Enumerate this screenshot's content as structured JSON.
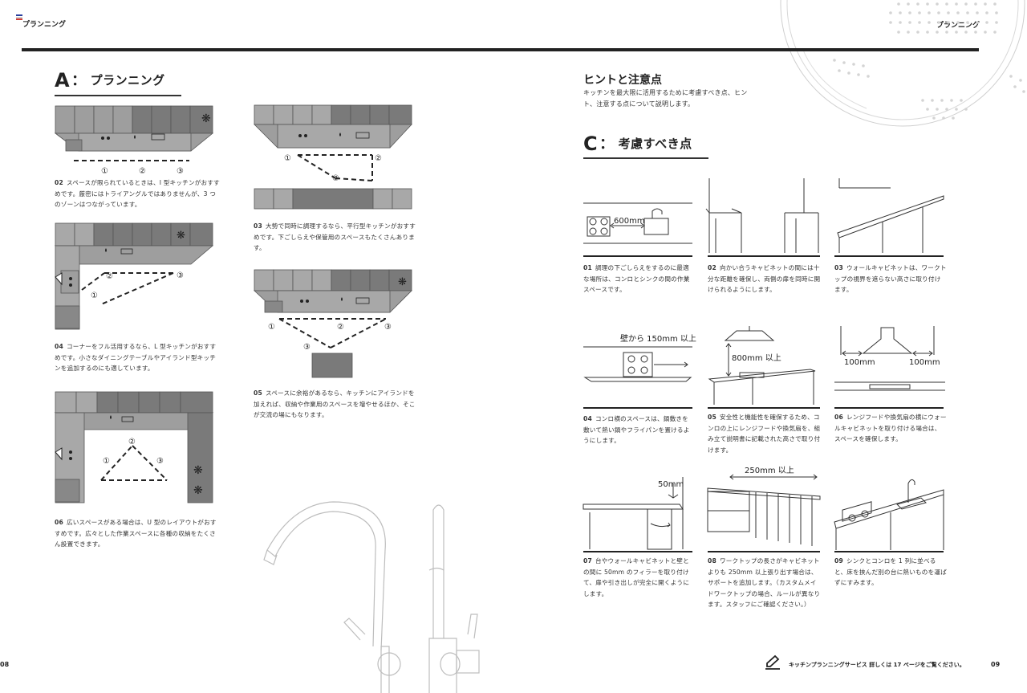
{
  "header": {
    "left_title": "プランニング",
    "right_title": "プランニング"
  },
  "left": {
    "section_letter": "A",
    "section_colon": "：",
    "section_title": "プランニング",
    "layouts": [
      {
        "num": "02",
        "text": "スペースが限られているときは、I 型キッチンがおすすめです。厳密にはトライアングルではありませんが、3 つのゾーンはつながっています。"
      },
      {
        "num": "03",
        "text": "大勢で同時に調理するなら、平行型キッチンがおすすめです。下ごしらえや保管用のスペースもたくさんあります。"
      },
      {
        "num": "04",
        "text": "コーナーをフル活用するなら、L 型キッチンがおすすめです。小さなダイニングテーブルやアイランド型キッチンを追加するのにも適しています。"
      },
      {
        "num": "05",
        "text": "スペースに余裕があるなら、キッチンにアイランドを加えれば、収納や作業用のスペースを増やせるほか、そこが交流の場にもなります。"
      },
      {
        "num": "06",
        "text": "広いスペースがある場合は、U 型のレイアウトがおすすめです。広々とした作業スペースに各種の収納をたくさん設置できます。"
      }
    ],
    "zone_marks": [
      "①",
      "②",
      "③"
    ]
  },
  "right": {
    "hint_title": "ヒントと注意点",
    "hint_text": "キッチンを最大限に活用するために考慮すべき点、ヒント、注意する点について説明します。",
    "section_letter": "C",
    "section_colon": "：",
    "section_title": "考慮すべき点",
    "tips": [
      {
        "num": "01",
        "text": "調理の下ごしらえをするのに最適な場所は、コンロとシンクの間の作業スペースです。",
        "dim": "600mm"
      },
      {
        "num": "02",
        "text": "向かい合うキャビネットの間には十分な距離を確保し、両側の扉を同時に開けられるようにします。"
      },
      {
        "num": "03",
        "text": "ウォールキャビネットは、ワークトップの視界を遮らない高さに取り付けます。"
      },
      {
        "num": "04",
        "text": "コンロ横のスペースは、鍋敷きを敷いて熱い鍋やフライパンを置けるようにします。",
        "dim": "壁から 150mm 以上"
      },
      {
        "num": "05",
        "text": "安全性と機能性を確保するため、コンロの上にレンジフードや換気扇を、組み立て説明書に記載された高さで取り付けます。",
        "dim": "800mm 以上"
      },
      {
        "num": "06",
        "text": "レンジフードや換気扇の横にウォールキャビネットを取り付ける場合は、スペースを確保します。",
        "dim_left": "100mm",
        "dim_right": "100mm"
      },
      {
        "num": "07",
        "text": "台やウォールキャビネットと壁との間に 50mm のフィラーを取り付けて、扉や引き出しが完全に開くようにします。",
        "dim": "50mm"
      },
      {
        "num": "08",
        "text": "ワークトップの長さがキャビネットよりも 250mm 以上張り出す場合は、サポートを追加します。（カスタムメイドワークトップの場合、ルールが異なります。スタッフにご確認ください。）",
        "dim": "250mm 以上"
      },
      {
        "num": "09",
        "text": "シンクとコンロを 1 列に並べると、床を挟んだ別の台に熱いものを運ばずにすみます。"
      }
    ]
  },
  "footer": {
    "page_left": "08",
    "page_right": "09",
    "service_text": "キッチンプランニングサービス 詳しくは 17 ページをご覧ください。"
  },
  "colors": {
    "flag_blue": "#2a3f9e",
    "flag_red": "#d23b33",
    "cabinet_dark": "#7a7a7a",
    "cabinet_light": "#a8a8a8"
  }
}
